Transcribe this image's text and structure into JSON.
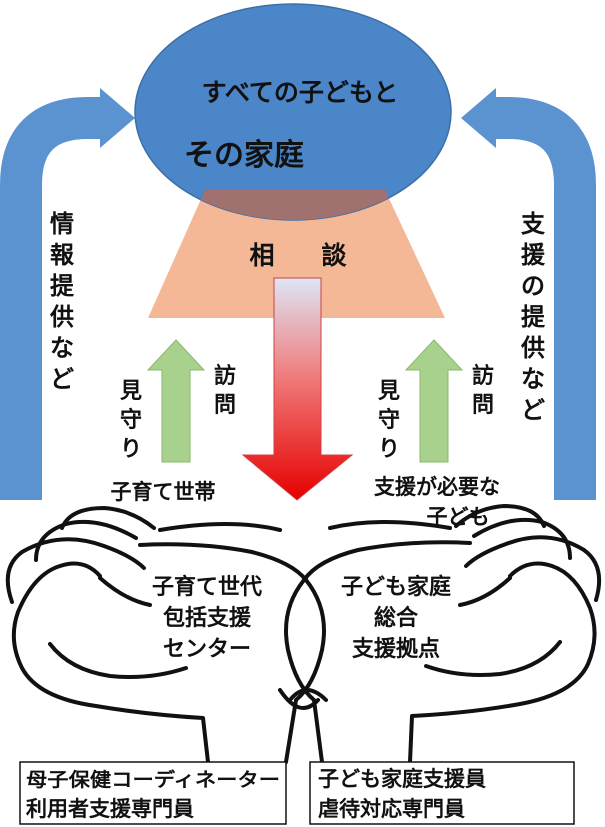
{
  "center": {
    "line1": "すべての子どもと",
    "line2": "その家庭"
  },
  "consult": {
    "char1": "相",
    "char2": "談"
  },
  "left_side": {
    "chars": [
      "情",
      "報",
      "提",
      "供",
      "な",
      "ど"
    ]
  },
  "right_side": {
    "chars": [
      "支",
      "援",
      "の",
      "提",
      "供",
      "な",
      "ど"
    ]
  },
  "left_visit": {
    "col1": [
      "訪",
      "問"
    ],
    "col2": [
      "見",
      "守",
      "り"
    ]
  },
  "right_visit": {
    "col1": [
      "訪",
      "問"
    ],
    "col2": [
      "見",
      "守",
      "り"
    ]
  },
  "left_target": "子育て世帯",
  "right_target": {
    "line1": "支援が必要な",
    "line2": "子ども"
  },
  "left_center": {
    "line1": "子育て世代",
    "line2": "包括支援",
    "line3": "センター"
  },
  "right_center": {
    "line1": "子ども家庭",
    "line2": "総合",
    "line3": "支援拠点"
  },
  "left_staff": {
    "line1": "母子保健コーディネーター",
    "line2": "利用者支援専門員"
  },
  "right_staff": {
    "line1": "子ども家庭支援員",
    "line2": "虐待対応専門員"
  },
  "colors": {
    "ellipse": "#4a86c8",
    "trapezoid": "#f4b896",
    "overlap": "#a0716e",
    "side_arrow": "#5b93d0",
    "visit_arrow": "#a9d18e",
    "down_arrow_top": "#dde6f4",
    "down_arrow_bottom": "#e60000"
  }
}
